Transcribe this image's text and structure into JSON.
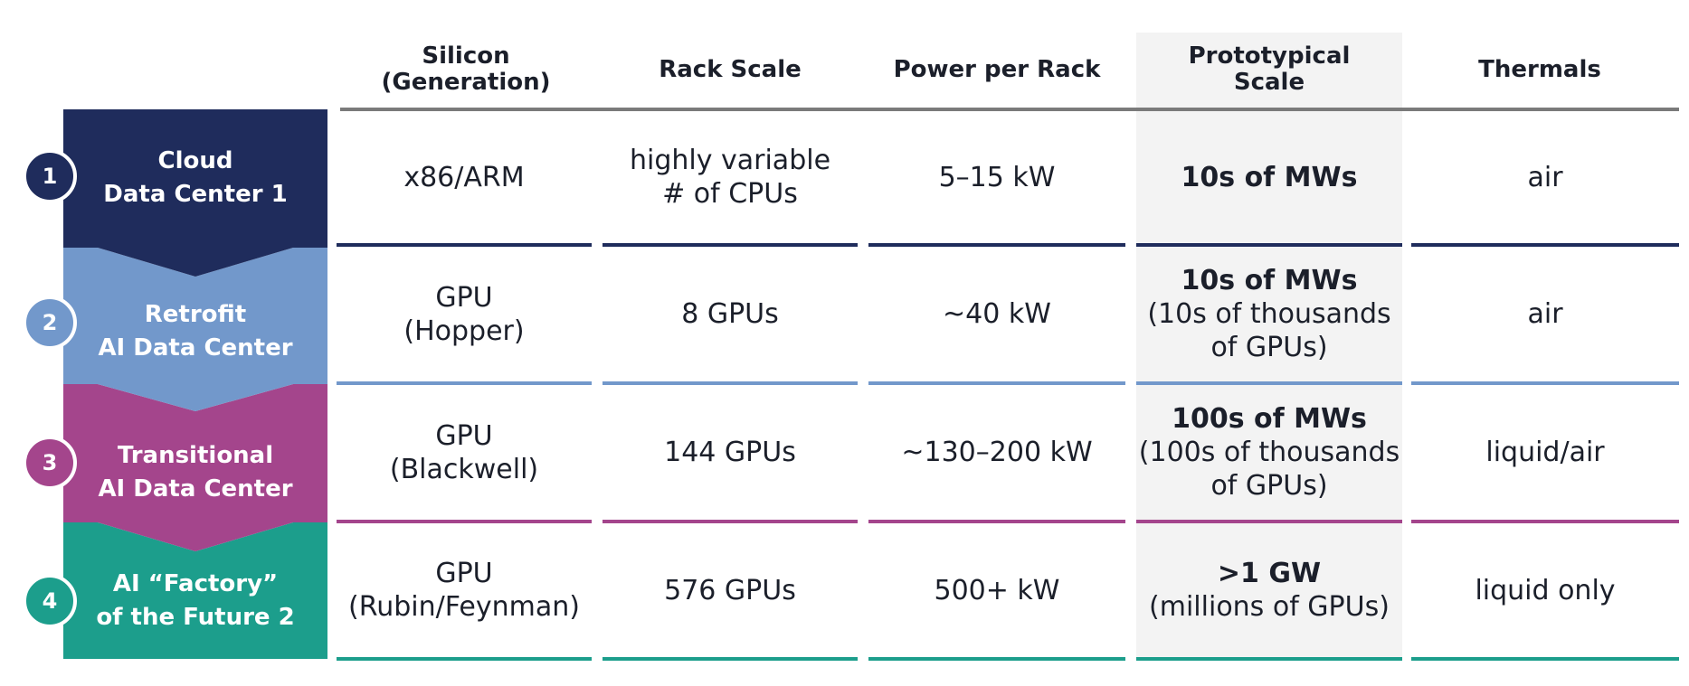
{
  "header": {
    "silicon": "Silicon\n(Generation)",
    "rack_scale": "Rack Scale",
    "power_per_rack": "Power per Rack",
    "prototypical_scale": "Prototypical\nScale",
    "thermals": "Thermals"
  },
  "colors": {
    "navy": "#1f2c5c",
    "light_blue": "#7298cb",
    "magenta": "#a4458c",
    "teal": "#1c9e8c",
    "highlight_bg": "#f3f3f3",
    "header_rule": "#7a7a7a"
  },
  "rows": [
    {
      "number": "1",
      "stage": "Cloud\nData Center 1",
      "silicon": [
        "x86/ARM"
      ],
      "rack_scale": [
        "highly variable",
        "# of CPUs"
      ],
      "power": [
        "5–15 kW"
      ],
      "scale_bold": "10s of MWs",
      "scale_detail": [],
      "thermals": [
        "air"
      ]
    },
    {
      "number": "2",
      "stage": "Retrofit\nAI Data Center",
      "silicon": [
        "GPU",
        "(Hopper)"
      ],
      "rack_scale": [
        "8 GPUs"
      ],
      "power": [
        "~40 kW"
      ],
      "scale_bold": "10s of MWs",
      "scale_detail": [
        "(10s of thousands",
        "of GPUs)"
      ],
      "thermals": [
        "air"
      ]
    },
    {
      "number": "3",
      "stage": "Transitional\nAI  Data Center",
      "silicon": [
        "GPU",
        "(Blackwell)"
      ],
      "rack_scale": [
        "144 GPUs"
      ],
      "power": [
        "~130–200 kW"
      ],
      "scale_bold": "100s of MWs",
      "scale_detail": [
        "(100s of thousands",
        "of GPUs)"
      ],
      "thermals": [
        "liquid/air"
      ]
    },
    {
      "number": "4",
      "stage": "AI “Factory”\nof the Future 2",
      "silicon": [
        "GPU",
        "(Rubin/Feynman)"
      ],
      "rack_scale": [
        "576 GPUs"
      ],
      "power": [
        "500+ kW"
      ],
      "scale_bold": ">1 GW",
      "scale_detail": [
        "(millions of GPUs)"
      ],
      "thermals": [
        "liquid only"
      ]
    }
  ]
}
